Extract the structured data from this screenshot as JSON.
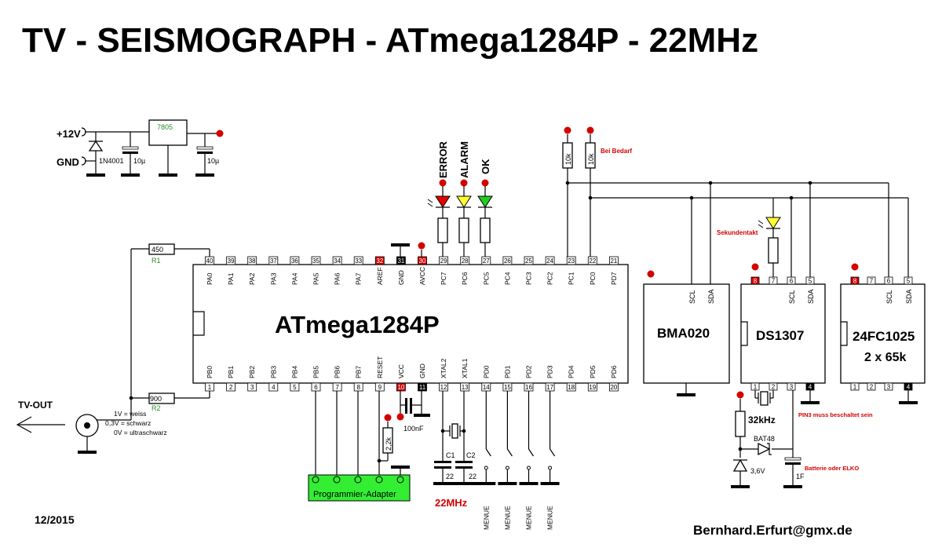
{
  "title": "TV - SEISMOGRAPH - ATmega1284P - 22MHz",
  "date": "12/2015",
  "email": "Bernhard.Erfurt@gmx.de",
  "mcu": {
    "name": "ATmega1284P",
    "top_pins": [
      {
        "num": "40",
        "label": "PA0",
        "color": "white"
      },
      {
        "num": "39",
        "label": "PA1",
        "color": "white"
      },
      {
        "num": "38",
        "label": "PA2",
        "color": "white"
      },
      {
        "num": "37",
        "label": "PA3",
        "color": "white"
      },
      {
        "num": "36",
        "label": "PA4",
        "color": "white"
      },
      {
        "num": "35",
        "label": "PA5",
        "color": "white"
      },
      {
        "num": "34",
        "label": "PA6",
        "color": "white"
      },
      {
        "num": "33",
        "label": "PA7",
        "color": "white"
      },
      {
        "num": "32",
        "label": "AREF",
        "color": "red"
      },
      {
        "num": "31",
        "label": "GND",
        "color": "black"
      },
      {
        "num": "30",
        "label": "AVCC",
        "color": "red"
      },
      {
        "num": "29",
        "label": "PC7",
        "color": "white"
      },
      {
        "num": "28",
        "label": "PC6",
        "color": "white"
      },
      {
        "num": "27",
        "label": "PC5",
        "color": "white"
      },
      {
        "num": "26",
        "label": "PC4",
        "color": "white"
      },
      {
        "num": "25",
        "label": "PC3",
        "color": "white"
      },
      {
        "num": "24",
        "label": "PC2",
        "color": "white"
      },
      {
        "num": "23",
        "label": "PC1",
        "color": "white"
      },
      {
        "num": "22",
        "label": "PC0",
        "color": "white"
      },
      {
        "num": "21",
        "label": "PD7",
        "color": "white"
      }
    ],
    "bottom_pins": [
      {
        "num": "1",
        "label": "PB0",
        "color": "white"
      },
      {
        "num": "2",
        "label": "PB1",
        "color": "white"
      },
      {
        "num": "3",
        "label": "PB2",
        "color": "white"
      },
      {
        "num": "4",
        "label": "PB3",
        "color": "white"
      },
      {
        "num": "5",
        "label": "PB4",
        "color": "white"
      },
      {
        "num": "6",
        "label": "PB5",
        "color": "white"
      },
      {
        "num": "7",
        "label": "PB6",
        "color": "white"
      },
      {
        "num": "8",
        "label": "PB7",
        "color": "white"
      },
      {
        "num": "9",
        "label": "RESET",
        "color": "white"
      },
      {
        "num": "10",
        "label": "VCC",
        "color": "red"
      },
      {
        "num": "11",
        "label": "GND",
        "color": "black"
      },
      {
        "num": "12",
        "label": "XTAL2",
        "color": "white"
      },
      {
        "num": "13",
        "label": "XTAL1",
        "color": "white"
      },
      {
        "num": "14",
        "label": "PD0",
        "color": "white"
      },
      {
        "num": "15",
        "label": "PD1",
        "color": "white"
      },
      {
        "num": "16",
        "label": "PD2",
        "color": "white"
      },
      {
        "num": "17",
        "label": "PD3",
        "color": "white"
      },
      {
        "num": "18",
        "label": "PD4",
        "color": "white"
      },
      {
        "num": "19",
        "label": "PD5",
        "color": "white"
      },
      {
        "num": "20",
        "label": "PD6",
        "color": "white"
      }
    ]
  },
  "power": {
    "plus12v": "+12V",
    "gnd": "GND",
    "diode": "1N4001",
    "cap1": "10µ",
    "cap2": "10µ",
    "regulator": "7805"
  },
  "leds": {
    "error": "ERROR",
    "alarm": "ALARM",
    "ok": "OK",
    "colors": {
      "error": "#e60000",
      "alarm": "#ffff33",
      "ok": "#22cc22"
    }
  },
  "pullups": {
    "r1": "10k",
    "r2": "10k",
    "note": "Bei Bedarf"
  },
  "tvout": {
    "label": "TV-OUT",
    "r1_value": "450",
    "r1_name": "R1",
    "r2_value": "900",
    "r2_name": "R2",
    "note1": "1V = weiss",
    "note2": "0,3V = schwarz",
    "note3": "0V = ultraschwarz"
  },
  "reset": {
    "cap": "100nF",
    "resistor": "2,2k"
  },
  "crystal": {
    "c1": "C1",
    "c2": "C2",
    "c1_val": "22",
    "c2_val": "22",
    "freq": "22MHz"
  },
  "menu_buttons": [
    "MENUE",
    "MENUE",
    "MENUE",
    "MENUE"
  ],
  "programmer": "Programmier-Adapter",
  "bma": {
    "name": "BMA020",
    "scl": "SCL",
    "sda": "SDA"
  },
  "ds1307": {
    "name": "DS1307",
    "scl": "SCL",
    "sda": "SDA",
    "pins_top": [
      "8",
      "7",
      "6",
      "5"
    ],
    "pins_bottom": [
      "1",
      "2",
      "3",
      "4"
    ],
    "led_label": "Sekundentakt",
    "crystal": "32kHz",
    "diode": "BAT48",
    "zener": "3,6V",
    "cap": "1F",
    "note_pin3": "PIN3 muss beschaltet sein",
    "note_batt": "Batterie oder ELKO"
  },
  "eeprom": {
    "name": "24FC1025",
    "size": "2 x 65k",
    "scl": "SCL",
    "sda": "SDA",
    "pins_top": [
      "8",
      "7",
      "6",
      "5"
    ],
    "pins_bottom": [
      "1",
      "2",
      "3",
      "4"
    ]
  }
}
